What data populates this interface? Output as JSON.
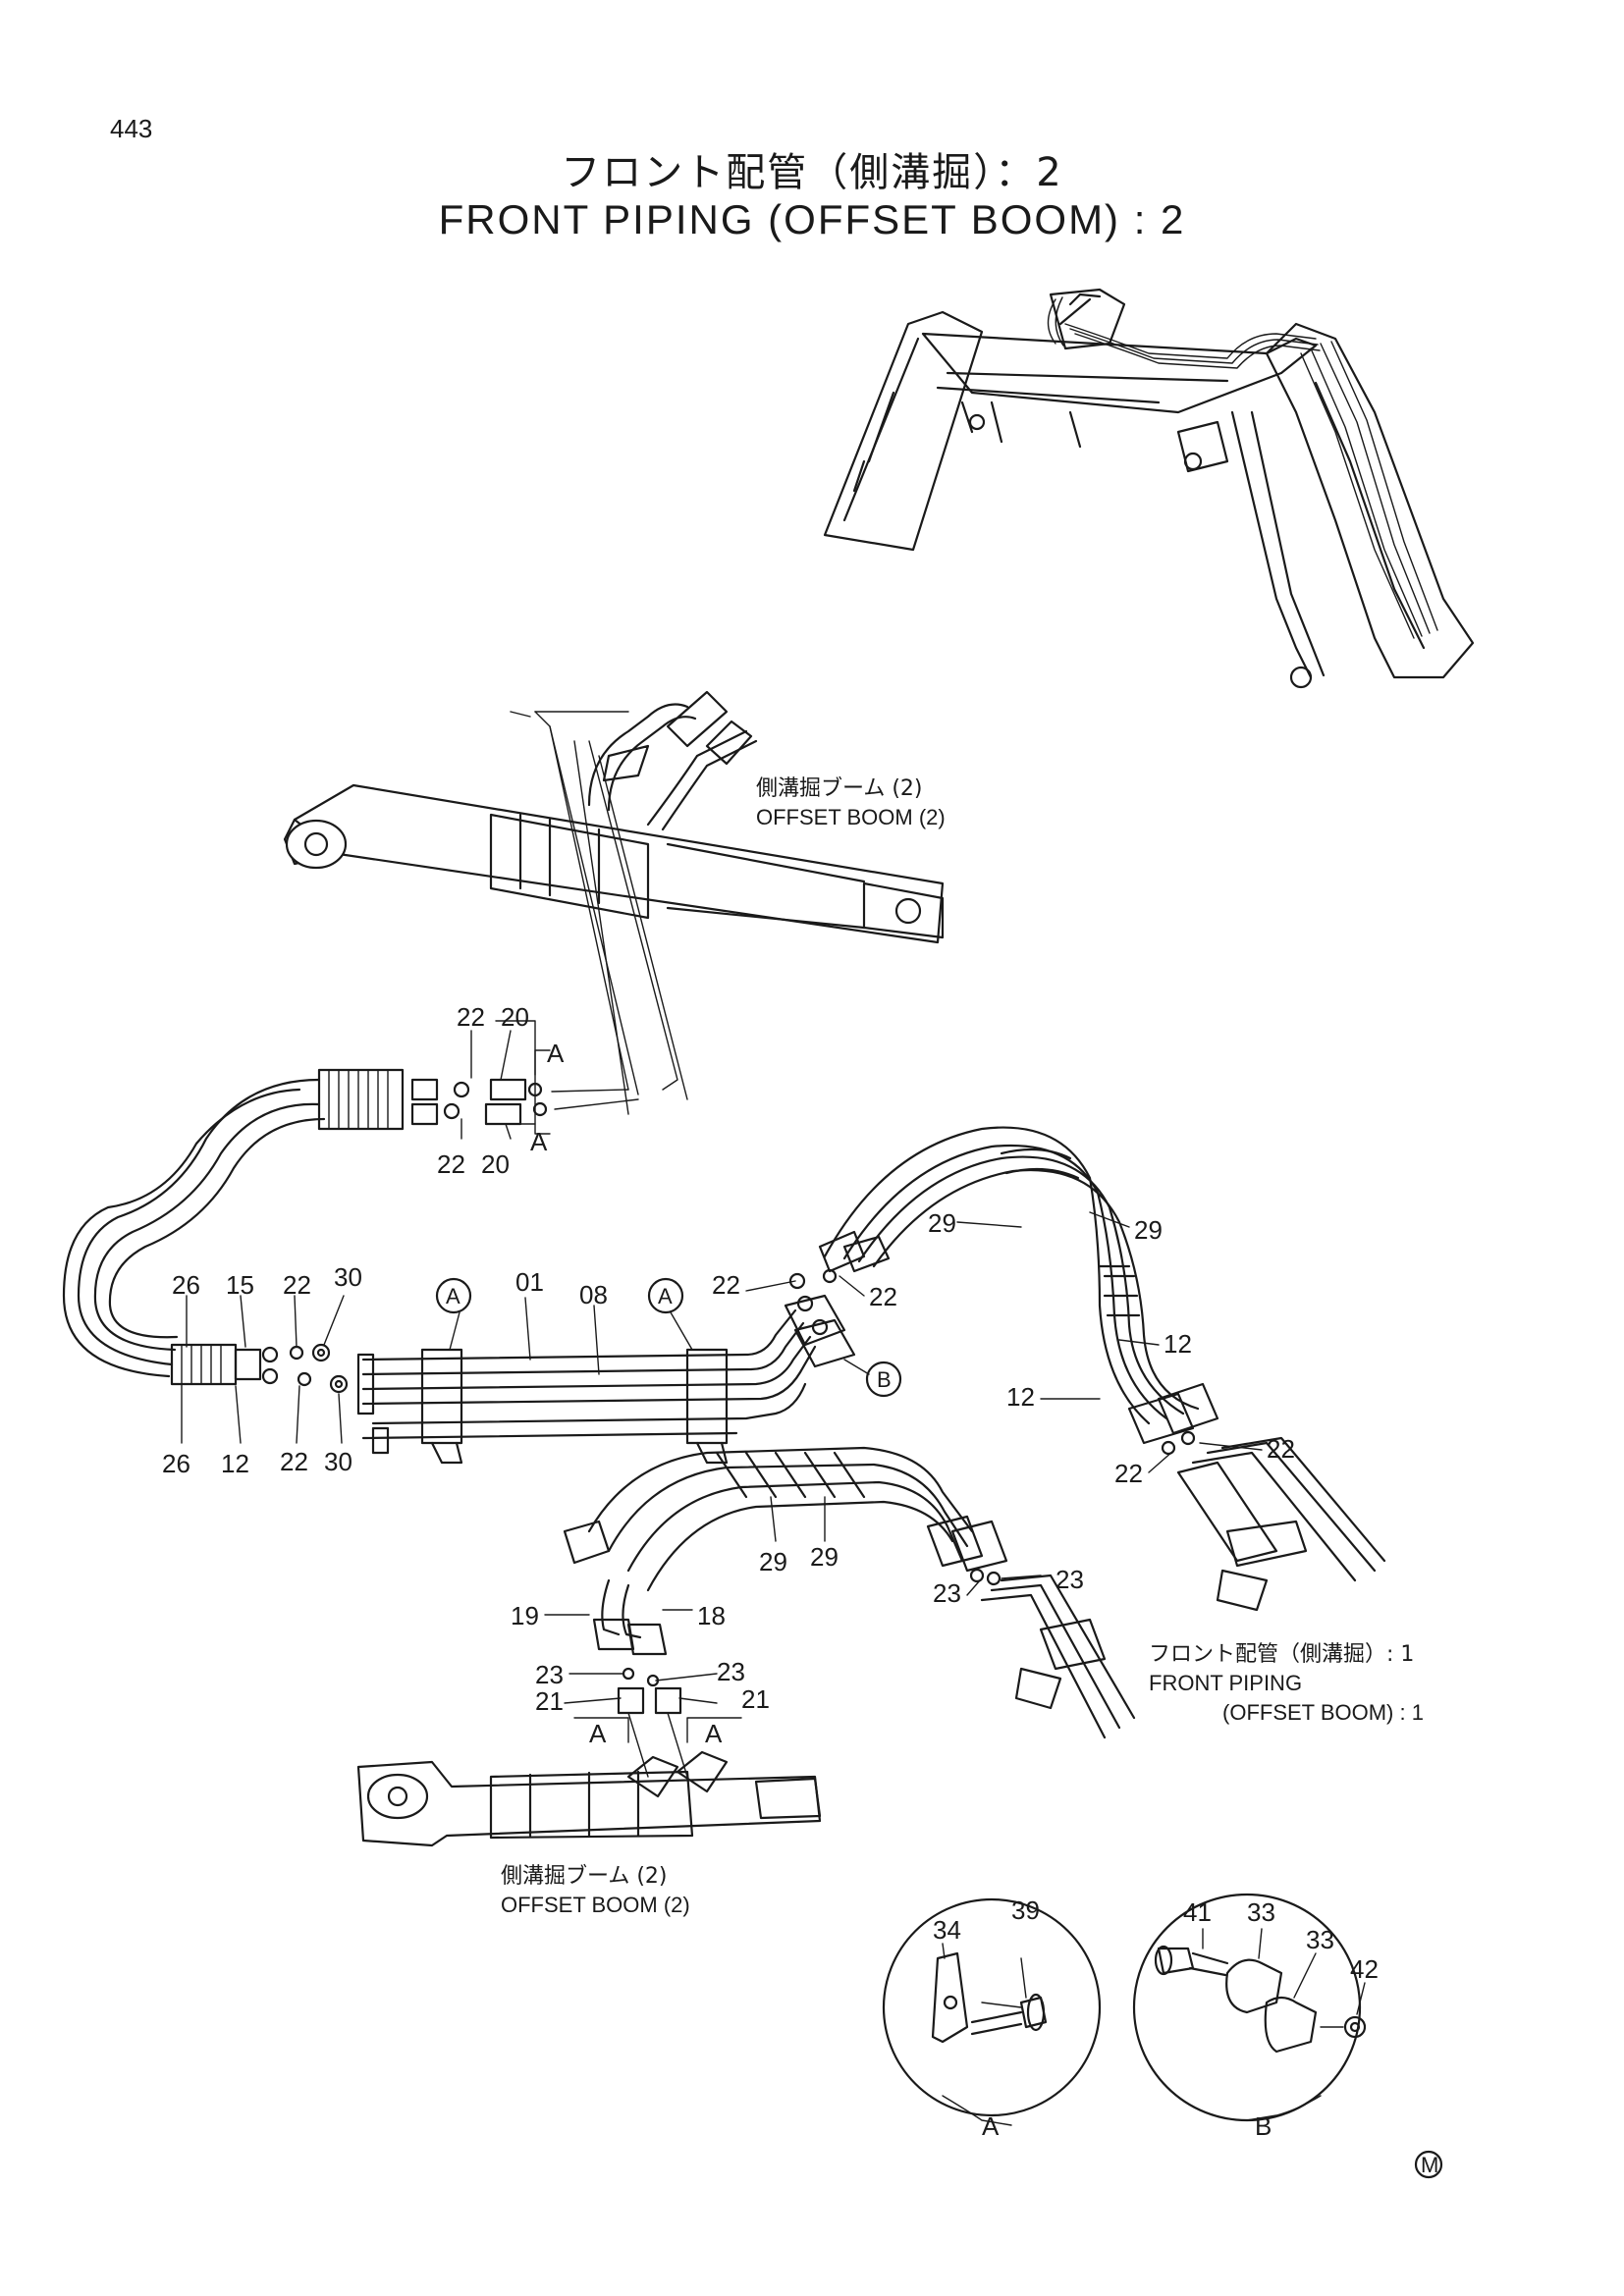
{
  "page_number": "443",
  "title_jp": "フロント配管（側溝掘）：2",
  "title_en": "FRONT PIPING (OFFSET BOOM) : 2",
  "labels": {
    "offset_boom_top_jp": "側溝掘ブーム (2)",
    "offset_boom_top_en": "OFFSET BOOM (2)",
    "offset_boom_bottom_jp": "側溝掘ブーム (2)",
    "offset_boom_bottom_en": "OFFSET BOOM (2)",
    "front_piping_ref_jp": "フロント配管（側溝掘）: 1",
    "front_piping_ref_en1": "FRONT PIPING",
    "front_piping_ref_en2": "(OFFSET BOOM) : 1",
    "detail_a": "A",
    "detail_b": "B",
    "marker": "M"
  },
  "callouts": {
    "c22a": "22",
    "c20a": "20",
    "ca1": "A",
    "ca2": "A",
    "c22b": "22",
    "c20b": "20",
    "c26a": "26",
    "c15": "15",
    "c22c": "22",
    "c30a": "30",
    "c26b": "26",
    "c12a": "12",
    "c22d": "22",
    "c30b": "30",
    "c01": "01",
    "c08": "08",
    "ccA1": "A",
    "ccA2": "A",
    "ccB": "B",
    "c22e": "22",
    "c22f": "22",
    "c29a": "29",
    "c29b": "29",
    "c12b": "12",
    "c12c": "12",
    "c22g": "22",
    "c22h": "22",
    "c29c": "29",
    "c29d": "29",
    "c23a": "23",
    "c23b": "23",
    "c19": "19",
    "c18": "18",
    "c23c": "23",
    "c23d": "23",
    "c21a": "21",
    "c21b": "21",
    "ca3": "A",
    "ca4": "A",
    "c34": "34",
    "c39": "39",
    "c41": "41",
    "c33a": "33",
    "c33b": "33",
    "c42": "42"
  }
}
